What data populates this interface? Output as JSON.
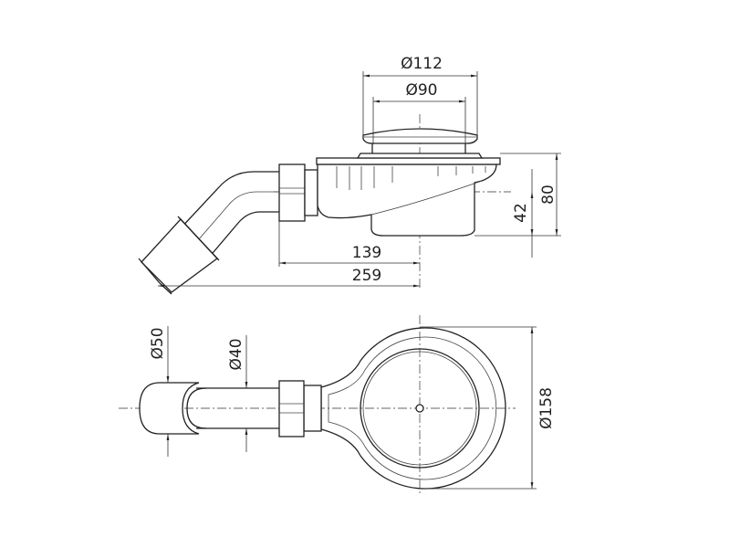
{
  "drawing": {
    "side_view": {
      "dim_cap_outer": "Ø112",
      "dim_cap_inner": "Ø90",
      "dim_total_height": "80",
      "dim_outlet_height": "42",
      "dim_outlet_to_center": "139",
      "dim_total_length": "259"
    },
    "top_view": {
      "dim_pipe_outer": "Ø50",
      "dim_pipe_inner": "Ø40",
      "dim_body_diameter": "Ø158"
    }
  }
}
